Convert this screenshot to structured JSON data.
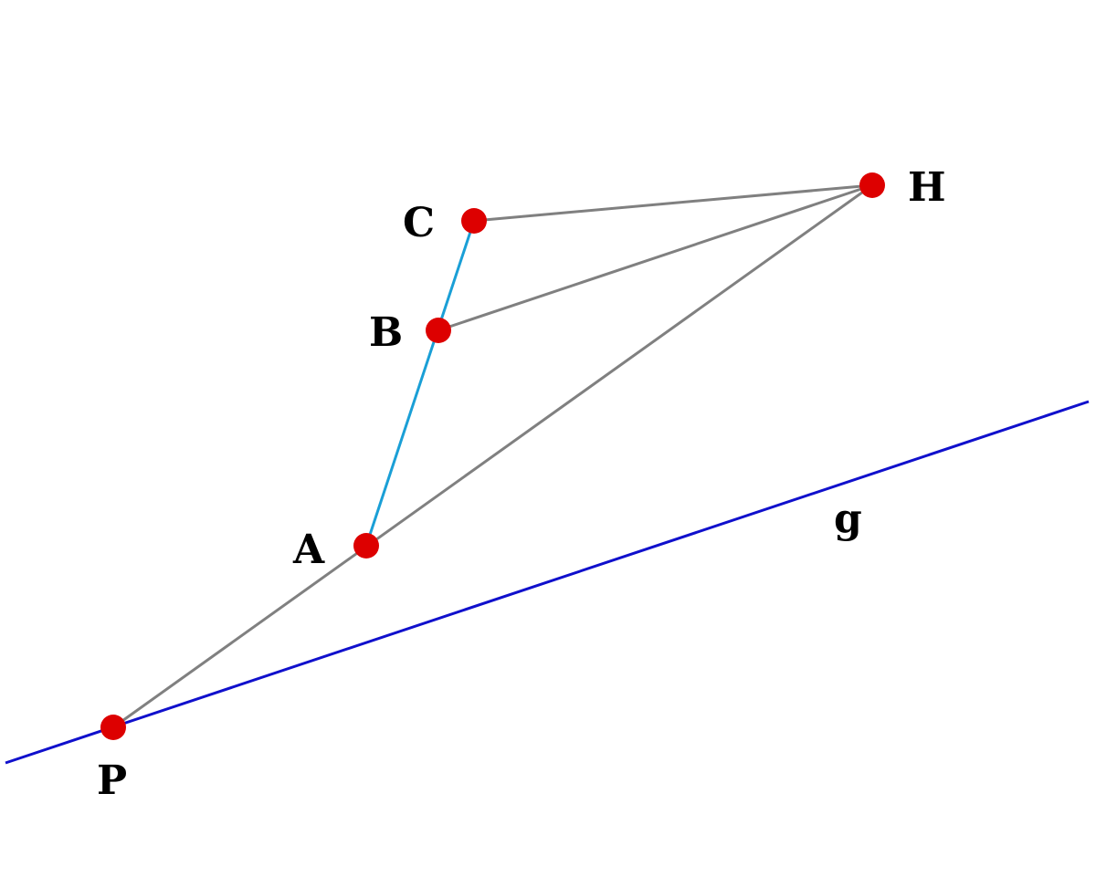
{
  "colors": {
    "point": "#dd0000",
    "segment": "#808080",
    "segment_ab_bc": "#1a9fd6",
    "line_g": "#1010cc",
    "label": "#000000"
  },
  "points": {
    "A": {
      "label": "A"
    },
    "B": {
      "label": "B"
    },
    "C": {
      "label": "C"
    },
    "H": {
      "label": "H"
    },
    "P": {
      "label": "P"
    }
  },
  "line_g": {
    "label": "g"
  }
}
